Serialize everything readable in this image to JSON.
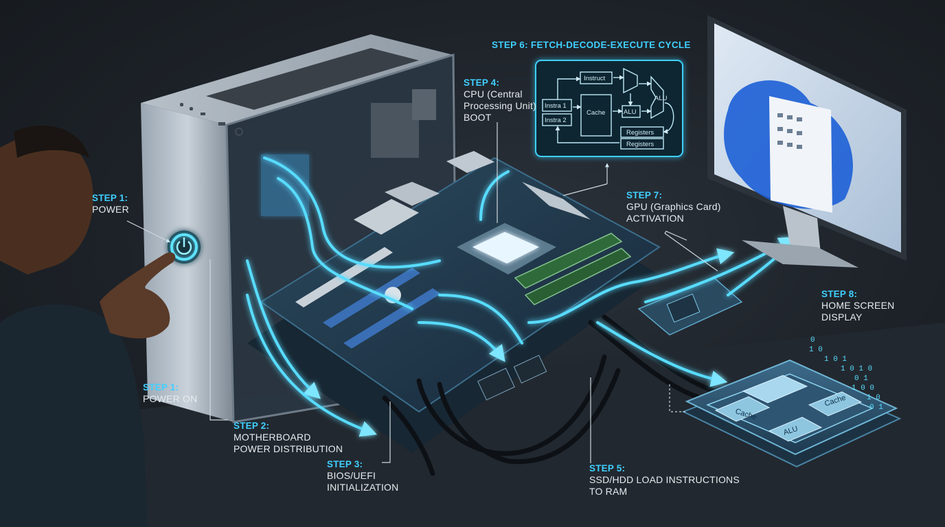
{
  "colors": {
    "accent": "#3fd0ff",
    "glow": "#58dcff",
    "background": "#1c2128",
    "board": "#1f3342"
  },
  "steps": {
    "s1a": {
      "step": "STEP 1:",
      "text": "POWER"
    },
    "s1b": {
      "step": "STEP 1:",
      "text": "POWER ON"
    },
    "s2": {
      "step": "STEP 2:",
      "text": "MOTHERBOARD\nPOWER DISTRIBUTION"
    },
    "s3": {
      "step": "STEP 3:",
      "text": "BIOS/UEFI\nINITIALIZATION"
    },
    "s4": {
      "step": "STEP 4:",
      "text": "CPU (Central\nProcessing Unit)\nBOOT"
    },
    "s5": {
      "step": "STEP 5:",
      "text": "SSD/HDD LOAD INSTRUCTIONS\nTO RAM"
    },
    "s7": {
      "step": "STEP 7:",
      "text": "GPU (Graphics Card)\nACTIVATION"
    },
    "s8": {
      "step": "STEP 8:",
      "text": "HOME SCREEN\nDISPLAY"
    }
  },
  "fetch_cycle": {
    "title": "STEP 6: FETCH-DECODE-EXECUTE CYCLE",
    "instruct": "Instruct",
    "instr1": "Instra 1",
    "instr2": "Instra 2",
    "cache": "Cache",
    "alu": "ALU",
    "alu2": "ALU",
    "registers1": "Registers",
    "registers2": "Registers"
  },
  "chip": {
    "cache_left": "Cache",
    "cache_right": "Cache",
    "alu": "ALU"
  },
  "binary": [
    "0",
    "1 0",
    "1 0 1",
    "1 0 1 0",
    "0 1",
    "1 0 0",
    "1 0",
    "0 1"
  ],
  "icons": [
    "power-button-icon"
  ]
}
